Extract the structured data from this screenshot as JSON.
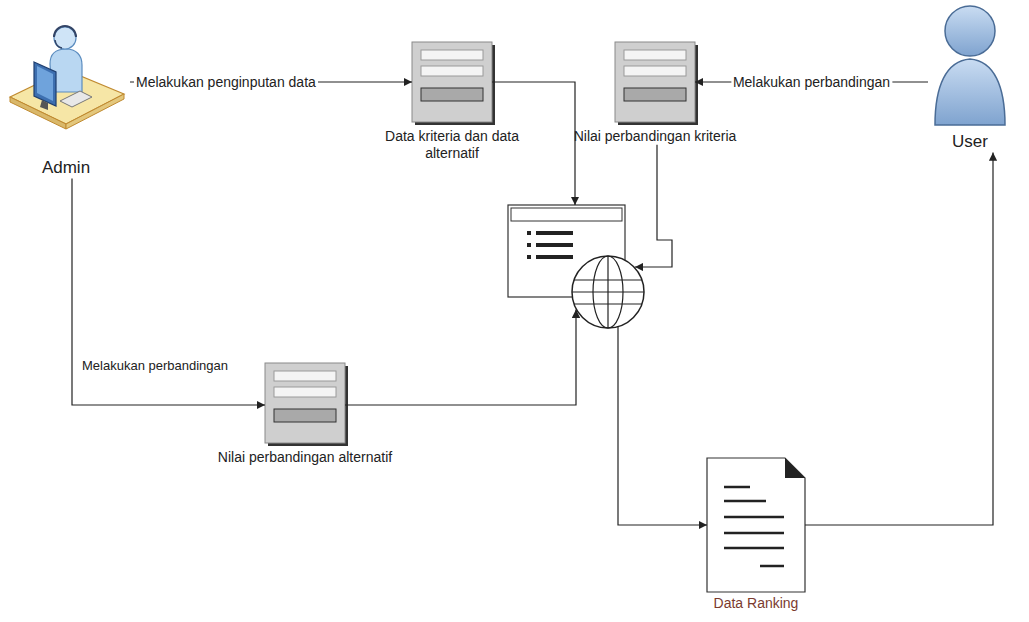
{
  "diagram": {
    "nodes": [
      {
        "text": [
          "Admin"
        ]
      },
      {
        "text": [
          "Data kriteria dan data alternatif"
        ]
      },
      {
        "text": [
          "Nilai perbandingan kriteria"
        ]
      },
      {
        "text": [
          "User"
        ]
      },
      {
        "text": []
      },
      {
        "text": [
          "Nilai perbandingan alternatif"
        ]
      },
      {
        "text": [
          "Data Ranking"
        ]
      }
    ],
    "edges": [
      {
        "from": 0,
        "to": 1,
        "arrow": "to",
        "label": "Melakukan penginputan data"
      },
      {
        "from": 3,
        "to": 2,
        "arrow": "to",
        "label": "Melakukan perbandingan"
      },
      {
        "from": 1,
        "to": 4,
        "arrow": "to"
      },
      {
        "from": 2,
        "to": 4,
        "arrow": "to"
      },
      {
        "from": 0,
        "to": 5,
        "arrow": "to",
        "label": "Melakukan perbandingan"
      },
      {
        "from": 5,
        "to": 4,
        "arrow": "to"
      },
      {
        "from": 4,
        "to": 6,
        "arrow": "to"
      },
      {
        "from": 6,
        "to": 3,
        "arrow": "to"
      }
    ]
  }
}
